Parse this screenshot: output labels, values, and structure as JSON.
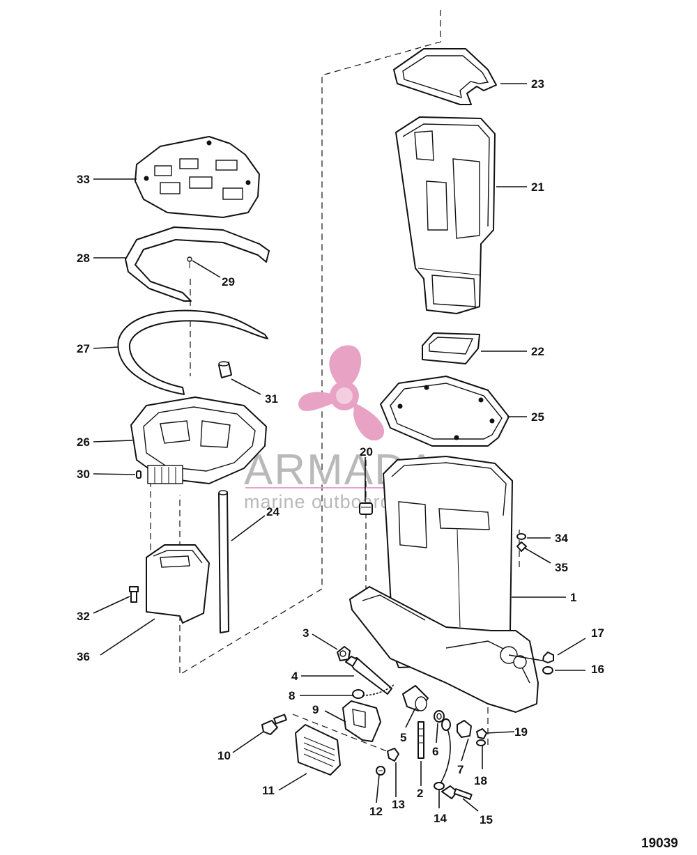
{
  "diagram": {
    "reference_number": "19039",
    "callouts": [
      "1",
      "2",
      "3",
      "4",
      "5",
      "6",
      "7",
      "8",
      "9",
      "10",
      "11",
      "12",
      "13",
      "14",
      "15",
      "16",
      "17",
      "18",
      "19",
      "20",
      "21",
      "22",
      "23",
      "24",
      "25",
      "26",
      "27",
      "28",
      "29",
      "30",
      "31",
      "32",
      "33",
      "34",
      "35",
      "36"
    ]
  },
  "watermark": {
    "brand": "ARMADA",
    "tagline": "marine outboards",
    "logo_icon": "propeller-icon",
    "logo_color": "#e8a2c4",
    "text_color": "#b9b9b9"
  }
}
